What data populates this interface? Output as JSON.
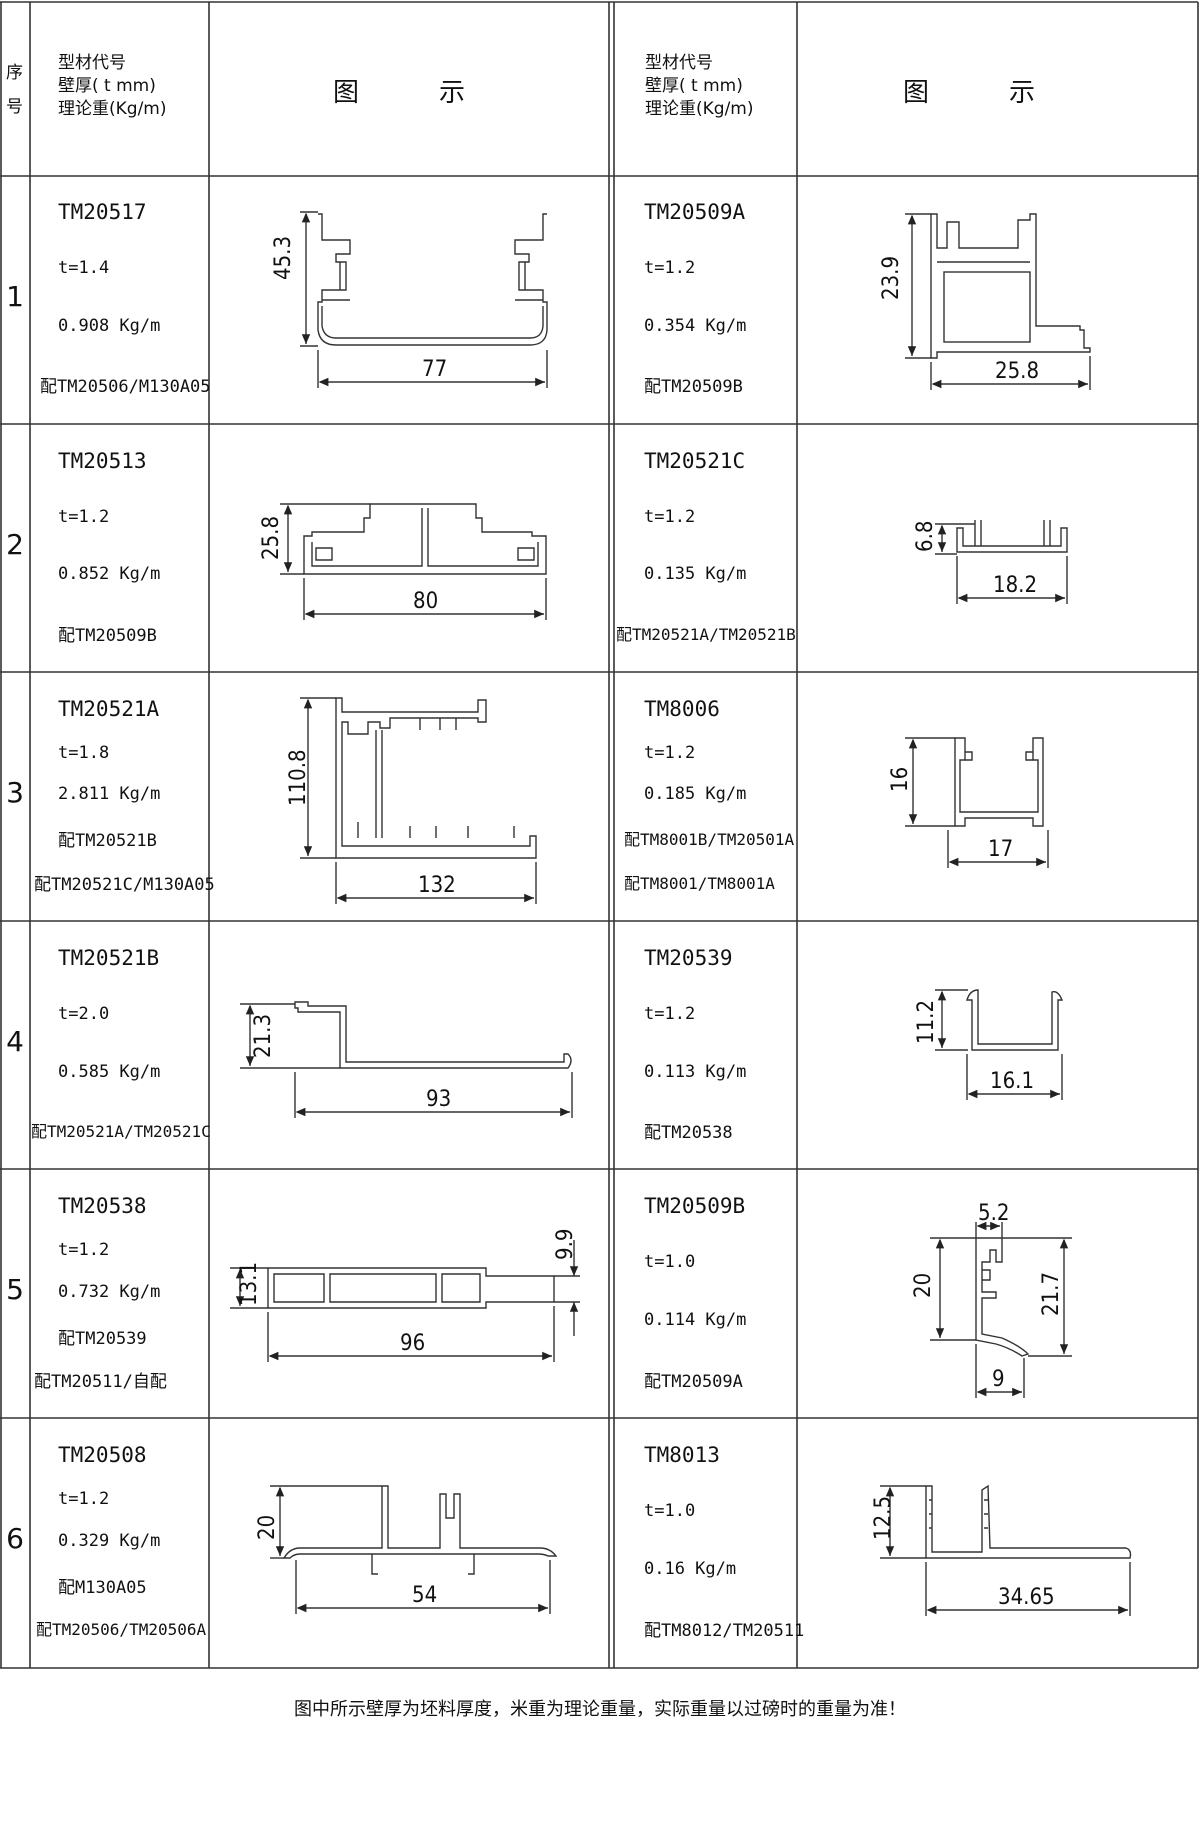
{
  "header": {
    "index_col": [
      "序",
      "号"
    ],
    "info_col": [
      "型材代号",
      "壁厚( t mm)",
      "理论重(Kg/m)"
    ],
    "figure_col": [
      "图",
      "示"
    ]
  },
  "rows": [
    {
      "index": "1",
      "left": {
        "code": "TM20517",
        "t": "t=1.4",
        "weight": "0.908 Kg/m",
        "match": [
          "配TM20506/M130A05"
        ],
        "dims": [
          "45.3",
          "77"
        ]
      },
      "right": {
        "code": "TM20509A",
        "t": "t=1.2",
        "weight": "0.354 Kg/m",
        "match": [
          "配TM20509B"
        ],
        "dims": [
          "23.9",
          "25.8"
        ]
      }
    },
    {
      "index": "2",
      "left": {
        "code": "TM20513",
        "t": "t=1.2",
        "weight": "0.852 Kg/m",
        "match": [
          "配TM20509B"
        ],
        "dims": [
          "25.8",
          "80"
        ]
      },
      "right": {
        "code": "TM20521C",
        "t": "t=1.2",
        "weight": "0.135 Kg/m",
        "match": [
          "配TM20521A/TM20521B"
        ],
        "dims": [
          "6.8",
          "18.2"
        ]
      }
    },
    {
      "index": "3",
      "left": {
        "code": "TM20521A",
        "t": "t=1.8",
        "weight": "2.811 Kg/m",
        "match": [
          "配TM20521B",
          "配TM20521C/M130A05"
        ],
        "dims": [
          "110.8",
          "132"
        ]
      },
      "right": {
        "code": "TM8006",
        "t": "t=1.2",
        "weight": "0.185 Kg/m",
        "match": [
          "配TM8001B/TM20501A",
          "配TM8001/TM8001A"
        ],
        "dims": [
          "16",
          "17"
        ]
      }
    },
    {
      "index": "4",
      "left": {
        "code": "TM20521B",
        "t": "t=2.0",
        "weight": "0.585 Kg/m",
        "match": [
          "配TM20521A/TM20521C"
        ],
        "dims": [
          "21.3",
          "93"
        ]
      },
      "right": {
        "code": "TM20539",
        "t": "t=1.2",
        "weight": "0.113 Kg/m",
        "match": [
          "配TM20538"
        ],
        "dims": [
          "11.2",
          "16.1"
        ]
      }
    },
    {
      "index": "5",
      "left": {
        "code": "TM20538",
        "t": "t=1.2",
        "weight": "0.732 Kg/m",
        "match": [
          "配TM20539",
          "配TM20511/自配"
        ],
        "dims": [
          "13.1",
          "9.9",
          "96"
        ]
      },
      "right": {
        "code": "TM20509B",
        "t": "t=1.0",
        "weight": "0.114 Kg/m",
        "match": [
          "配TM20509A"
        ],
        "dims": [
          "5.2",
          "20",
          "21.7",
          "9"
        ]
      }
    },
    {
      "index": "6",
      "left": {
        "code": "TM20508",
        "t": "t=1.2",
        "weight": "0.329 Kg/m",
        "match": [
          "配M130A05",
          "配TM20506/TM20506A"
        ],
        "dims": [
          "20",
          "54"
        ]
      },
      "right": {
        "code": "TM8013",
        "t": "t=1.0",
        "weight": "0.16 Kg/m",
        "match": [
          "配TM8012/TM20511"
        ],
        "dims": [
          "12.5",
          "34.65"
        ]
      }
    }
  ],
  "footer": "图中所示壁厚为坯料厚度，米重为理论重量，实际重量以过磅时的重量为准！"
}
